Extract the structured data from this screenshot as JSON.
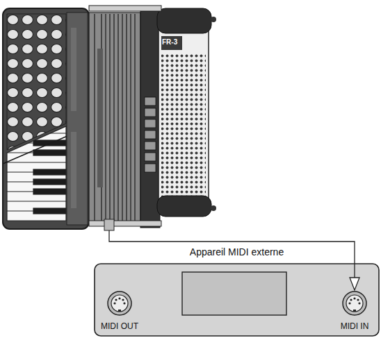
{
  "diagram": {
    "nodes": [
      {
        "text": [
          "FR-3"
        ]
      },
      {
        "text": [
          "Appareil MIDI externe"
        ]
      },
      {
        "text": [
          "MIDI OUT"
        ],
        "in": 1
      },
      {
        "text": [
          "MIDI IN"
        ],
        "in": 1
      }
    ],
    "edges": [
      {
        "from": 0,
        "to": 3,
        "arrow": "to"
      }
    ]
  }
}
